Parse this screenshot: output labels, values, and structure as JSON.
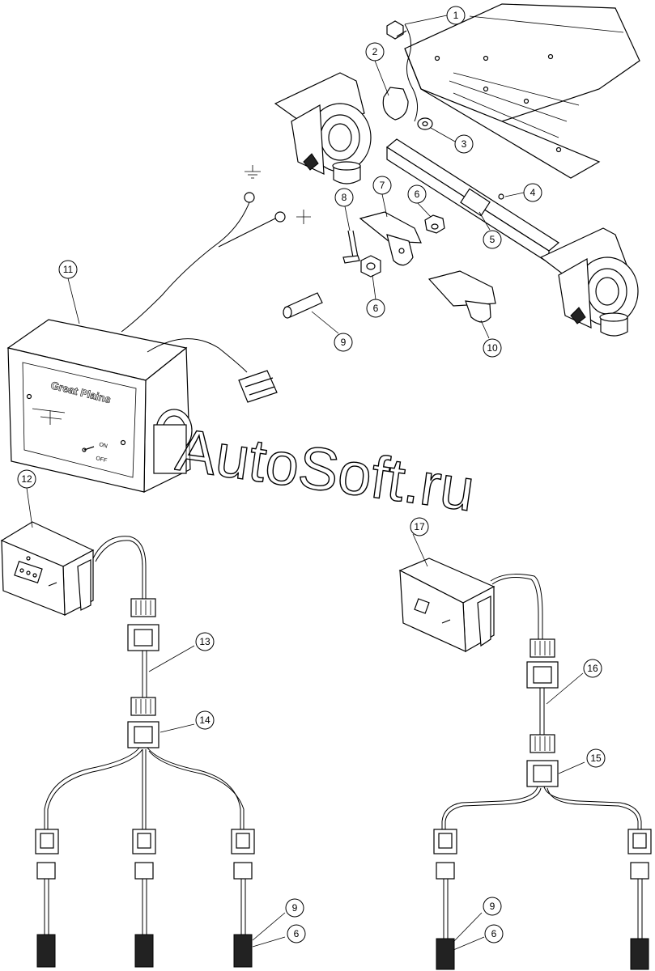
{
  "callouts": [
    "1",
    "2",
    "3",
    "4",
    "5",
    "6",
    "7",
    "8",
    "9",
    "10",
    "11",
    "12",
    "13",
    "14",
    "15",
    "16",
    "17"
  ],
  "switch_box": {
    "brand": "Great Plains",
    "on_label": "ON",
    "off_label": "OFF"
  },
  "watermark": "AutoSoft.ru"
}
